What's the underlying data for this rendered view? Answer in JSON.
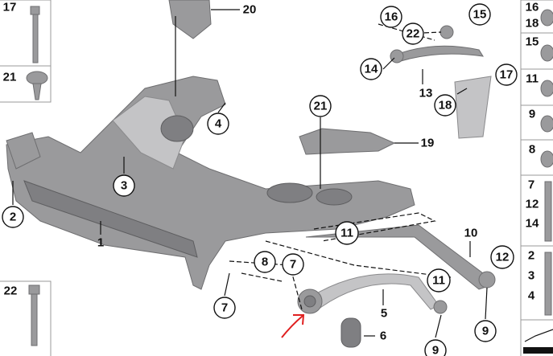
{
  "diagram": {
    "callouts": {
      "c1": "1",
      "c2": "2",
      "c3": "3",
      "c4": "4",
      "c5": "5",
      "c6": "6",
      "c7a": "7",
      "c7b": "7",
      "c8": "8",
      "c9a": "9",
      "c9b": "9",
      "c10": "10",
      "c11a": "11",
      "c11b": "11",
      "c12": "12",
      "c13": "13",
      "c14": "14",
      "c15": "15",
      "c16": "16",
      "c17": "17",
      "c18": "18",
      "c19": "19",
      "c20": "20",
      "c21": "21",
      "c22": "22"
    },
    "left_panel": {
      "b17": "17",
      "b21": "21",
      "b22": "22"
    },
    "right_panel": [
      [
        "16",
        "18"
      ],
      [
        "15"
      ],
      [
        "11"
      ],
      [
        "9"
      ],
      [
        "8"
      ],
      [
        "7",
        "12",
        "14"
      ],
      [
        "2",
        "3",
        "4"
      ]
    ],
    "annotation_color": "#e02020"
  }
}
